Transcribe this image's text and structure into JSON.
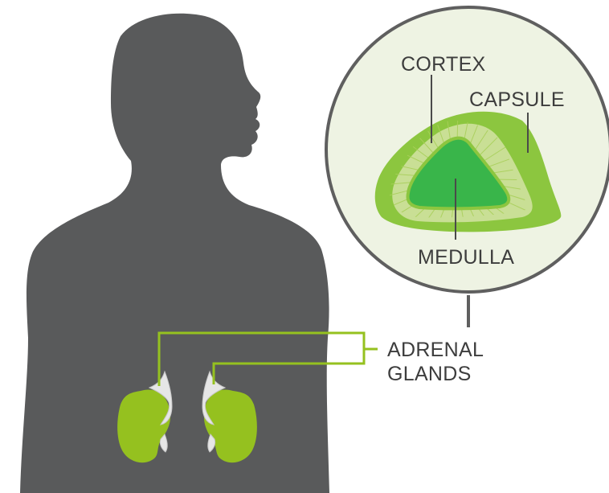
{
  "labels": {
    "cortex": "CORTEX",
    "capsule": "CAPSULE",
    "medulla": "MEDULLA",
    "adrenal_line1": "ADRENAL",
    "adrenal_line2": "GLANDS"
  },
  "colors": {
    "silhouette": "#595a5b",
    "kidney": "#95c11f",
    "adrenal_gland": "#e6e6e6",
    "magnifier_fill": "#eef3e3",
    "magnifier_border": "#5f5f5f",
    "capsule": "#8cc63f",
    "cortex_outer": "#c9df95",
    "medulla": "#39b54a",
    "medulla_border": "#8cc63f",
    "leader_line": "#95c11f",
    "text": "#3d3d3d"
  },
  "icons": [
    "human-silhouette-icon",
    "kidney-icon",
    "adrenal-gland-icon",
    "adrenal-cross-section-icon"
  ]
}
